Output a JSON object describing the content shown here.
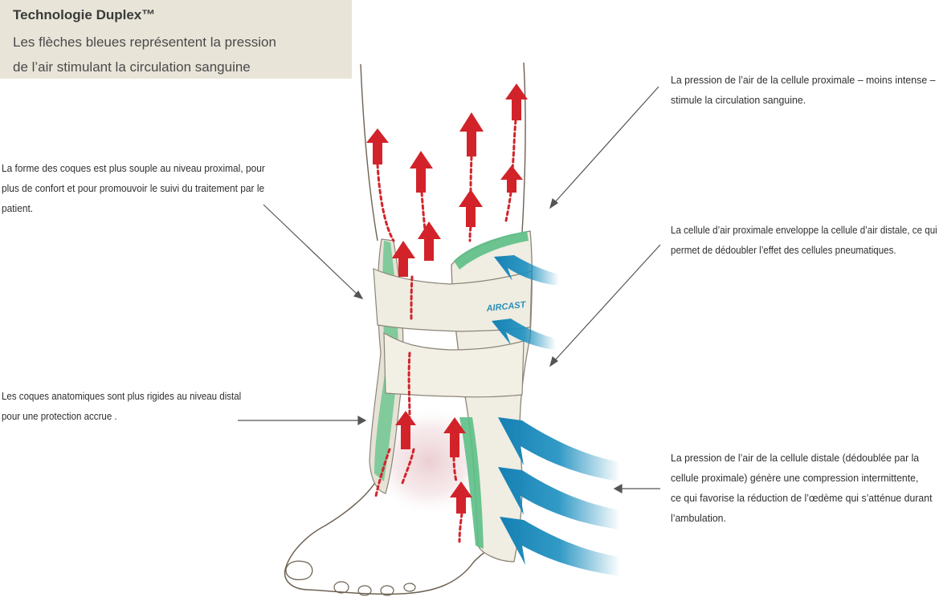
{
  "header": {
    "title": "Technologie Duplex™",
    "line1": "Les flèches bleues représentent la pression",
    "line2": "de l’air stimulant la circulation sanguine"
  },
  "brace_logo": "AIRCAST",
  "annotations": {
    "shell_soft": {
      "lines": [
        "La forme des coques est plus souple au niveau proximal, pour",
        "plus de confort et pour promouvoir le suivi du traitement par le",
        "patient."
      ]
    },
    "shell_rigid": {
      "lines": [
        "Les coques anatomiques sont plus rigides au niveau distal",
        "pour une protection accrue ."
      ]
    },
    "proximal_pressure": {
      "lines": [
        "La pression de l’air de la cellule proximale – moins intense –",
        "stimule la circulation sanguine."
      ]
    },
    "proximal_cell": {
      "lines": [
        "La cellule d’air proximale enveloppe la cellule d’air distale, ce qui",
        "permet de dédoubler l’effet des cellules pneumatiques."
      ]
    },
    "distal_pressure": {
      "lines": [
        "La pression de l’air de la cellule distale (dédoublée par la",
        "cellule proximale) génère une compression intermittente,",
        "ce qui favorise la réduction de l’œdème qui s’atténue durant",
        "l’ambulation."
      ]
    }
  },
  "colors": {
    "header_bg": "#e8e4d8",
    "red_arrow": "#d2232a",
    "blue_arrow": "#1c8fbf",
    "brace": "#efece1",
    "air_cell": "#5cbf86",
    "outline": "#6e6253",
    "leader": "#555555"
  }
}
